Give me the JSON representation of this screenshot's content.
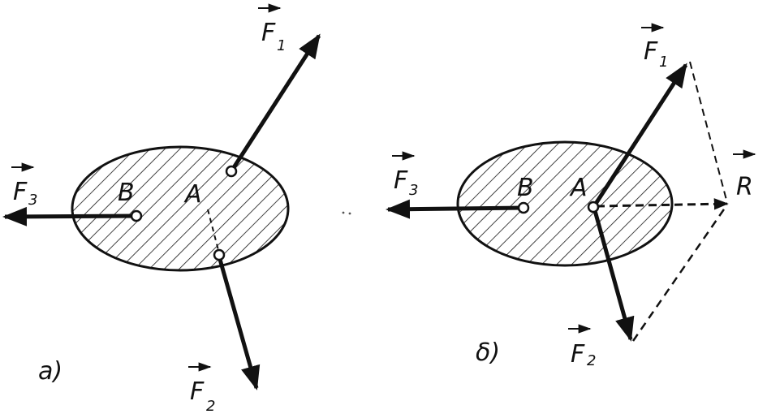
{
  "panel_a": {
    "caption": "a)",
    "point_a": "A",
    "point_b": "B",
    "f1": {
      "letter": "F",
      "sub": "1"
    },
    "f2": {
      "letter": "F",
      "sub": "2"
    },
    "f3": {
      "letter": "F",
      "sub": "3"
    }
  },
  "panel_b": {
    "caption": "δ)",
    "point_a": "A",
    "point_b": "B",
    "f1": {
      "letter": "F",
      "sub": "1"
    },
    "f2": {
      "letter": "F",
      "sub": "2"
    },
    "f3": {
      "letter": "F",
      "sub": "3"
    },
    "r": {
      "letter": "R"
    }
  },
  "colors": {
    "ink": "#111111",
    "background": "#ffffff"
  }
}
